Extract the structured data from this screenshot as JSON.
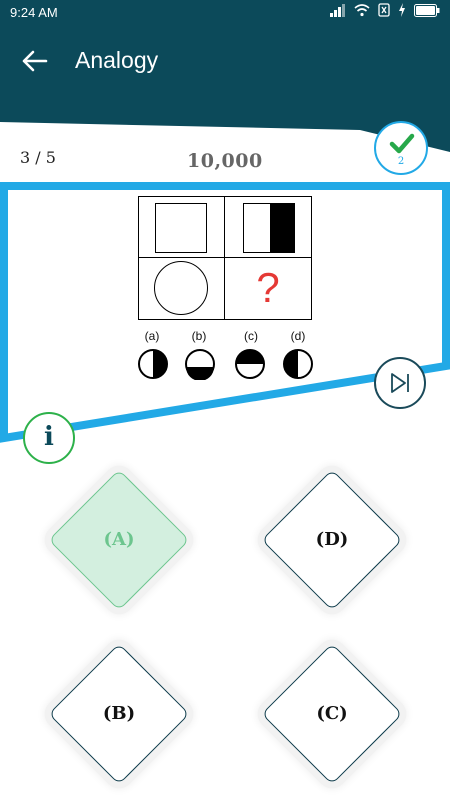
{
  "status_bar": {
    "time": "9:24 AM"
  },
  "header": {
    "title": "Analogy",
    "back_icon": "arrow-left-icon"
  },
  "quiz": {
    "progress": "3 / 5",
    "score": "10,000",
    "correct_count": "2",
    "question_mark": "?"
  },
  "options": {
    "a_label": "(a)",
    "b_label": "(b)",
    "c_label": "(c)",
    "d_label": "(d)"
  },
  "answers": {
    "a": "(A)",
    "b": "(B)",
    "c": "(C)",
    "d": "(D)",
    "selected": "A"
  },
  "info": {
    "glyph": "i"
  },
  "colors": {
    "header_bg": "#0c4a5a",
    "accent_blue": "#22a9e6",
    "check_green": "#27a84a",
    "info_green": "#2db14a",
    "question_red": "#e53935",
    "selected_fill": "#d3efdf",
    "selected_text": "#6cc58e"
  }
}
